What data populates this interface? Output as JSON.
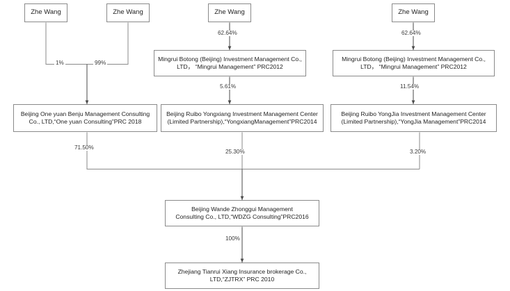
{
  "diagram": {
    "type": "ownership-structure-chart",
    "stroke_color": "#8a8a8a",
    "text_color": "#232323",
    "background": "#ffffff",
    "nodes": [
      {
        "id": "zhe-wang-1",
        "label": "Zhe Wang",
        "kind": "person"
      },
      {
        "id": "zhe-wang-2",
        "label": "Zhe Wang",
        "kind": "person"
      },
      {
        "id": "zhe-wang-3",
        "label": "Zhe Wang",
        "kind": "person"
      },
      {
        "id": "zhe-wang-4",
        "label": "Zhe Wang",
        "kind": "person"
      },
      {
        "id": "mingrui-1",
        "label": "Mingrui Botong (Beijing) Investment Management Co.,\nLTD，  “Mingrui Management”  PRC2012",
        "kind": "entity"
      },
      {
        "id": "mingrui-2",
        "label": "Mingrui Botong (Beijing) Investment Management Co.,\nLTD，  “Mingrui Management”  PRC2012",
        "kind": "entity"
      },
      {
        "id": "one-yuan",
        "label": "Beijing One yuan Benju Management Consulting\nCo., LTD,“One yuan Consulting”PRC 2018",
        "kind": "entity"
      },
      {
        "id": "yongxiang",
        "label": "Beijing Ruibo Yongxiang Investment Management Center\n(Limited Partnership),“YongxiangManagement”PRC2014",
        "kind": "entity"
      },
      {
        "id": "yongjia",
        "label": "Beijing Ruibo YongJia Investment Management Center\n(Limited Partnership),“YongJia Management”PRC2014",
        "kind": "entity"
      },
      {
        "id": "wdzg",
        "label": "Beijing Wande Zhonggui Management\nConsulting Co., LTD,“WDZG Consulting”PRC2016",
        "kind": "entity"
      },
      {
        "id": "zjtrx",
        "label": "Zhejiang Tianrui Xiang Insurance brokerage Co.,\nLTD,“ZJTRX”  PRC 2010",
        "kind": "entity"
      }
    ],
    "edge_labels": [
      {
        "id": "pct-1",
        "value": "1%",
        "from": "zhe-wang-1",
        "to": "one-yuan"
      },
      {
        "id": "pct-99",
        "value": "99%",
        "from": "zhe-wang-2",
        "to": "one-yuan"
      },
      {
        "id": "pct-6264-a",
        "value": "62.64%",
        "from": "zhe-wang-3",
        "to": "mingrui-1"
      },
      {
        "id": "pct-6264-b",
        "value": "62.64%",
        "from": "zhe-wang-4",
        "to": "mingrui-2"
      },
      {
        "id": "pct-561",
        "value": "5.61%",
        "from": "mingrui-1",
        "to": "yongxiang"
      },
      {
        "id": "pct-1154",
        "value": "11.54%",
        "from": "mingrui-2",
        "to": "yongjia"
      },
      {
        "id": "pct-7150",
        "value": "71.50%",
        "from": "one-yuan",
        "to": "wdzg"
      },
      {
        "id": "pct-2530",
        "value": "25.30%",
        "from": "yongxiang",
        "to": "wdzg"
      },
      {
        "id": "pct-320",
        "value": "3.20%",
        "from": "yongjia",
        "to": "wdzg"
      },
      {
        "id": "pct-100",
        "value": "100%",
        "from": "wdzg",
        "to": "zjtrx"
      }
    ]
  }
}
